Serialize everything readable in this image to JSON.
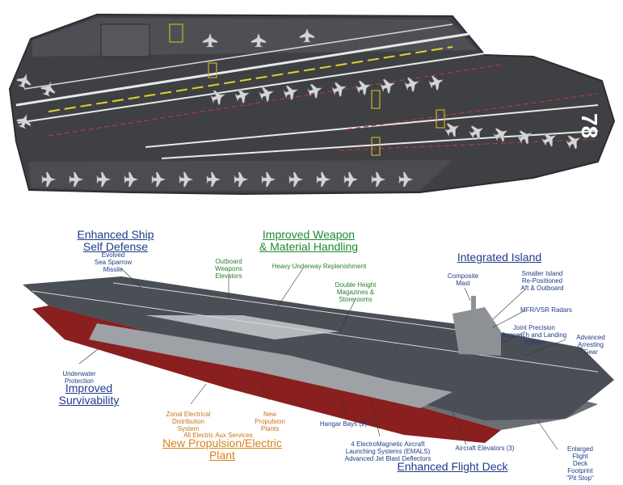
{
  "hull_number": "78",
  "colors": {
    "deck": "#3e4044",
    "deck_light": "#5a5c60",
    "hull_red": "#8a1f1f",
    "blue_heading": "#1f3c88",
    "green_heading": "#1d8a2e",
    "orange_heading": "#d9821c",
    "callout_blue": "#1f3c88",
    "callout_green": "#2a7f2a",
    "callout_orange": "#c8731a",
    "yellow_line": "#e3cf2a",
    "red_dash": "#b33a3a"
  },
  "headings": {
    "self_defense": [
      "Enhanced Ship",
      "Self Defense"
    ],
    "weapon_handling": [
      "Improved Weapon",
      "& Material Handling"
    ],
    "integrated_island": "Integrated Island",
    "survivability": [
      "Improved",
      "Survivability"
    ],
    "propulsion": [
      "New Propulsion/Electric",
      "Plant"
    ],
    "flight_deck": "Enhanced Flight Deck"
  },
  "callouts": {
    "sea_sparrow": [
      "Evolved",
      "Sea Sparrow",
      "Missile"
    ],
    "outboard_elevators": [
      "Outboard",
      "Weapons",
      "Elevators"
    ],
    "replenishment": "Heavy Underway Replenishment",
    "magazines": [
      "Double Height",
      "Magazines &",
      "Storerooms"
    ],
    "composite_mast": [
      "Composite",
      "Mast"
    ],
    "smaller_island": [
      "Smaller Island",
      "Re-Positioned",
      "Aft & Outboard"
    ],
    "radars": "MFR/VSR Radars",
    "jpals": [
      "Joint Precision",
      "Approach and Landing",
      "System"
    ],
    "arresting_gear": [
      "Advanced",
      "Arresting",
      "Gear"
    ],
    "underwater": [
      "Underwater",
      "Protection"
    ],
    "zonal": [
      "Zonal Electrical",
      "Distribution",
      "System"
    ],
    "propulsion_plants": [
      "New",
      "Propulsion",
      "Plants"
    ],
    "electric_aux": "All Electric Aux Services",
    "hangar_bays": "Hangar Bays (2)",
    "emals": [
      "4 ElectroMagnetic Aircraft",
      "Launching Systems (EMALS)",
      "Advanced Jet Blast Deflectors"
    ],
    "aircraft_elevators": "Aircraft Elevators (3)",
    "pit_stop": [
      "Enlarged",
      "Flight",
      "Deck",
      "Footprint",
      "\"Pit Stop\""
    ]
  }
}
